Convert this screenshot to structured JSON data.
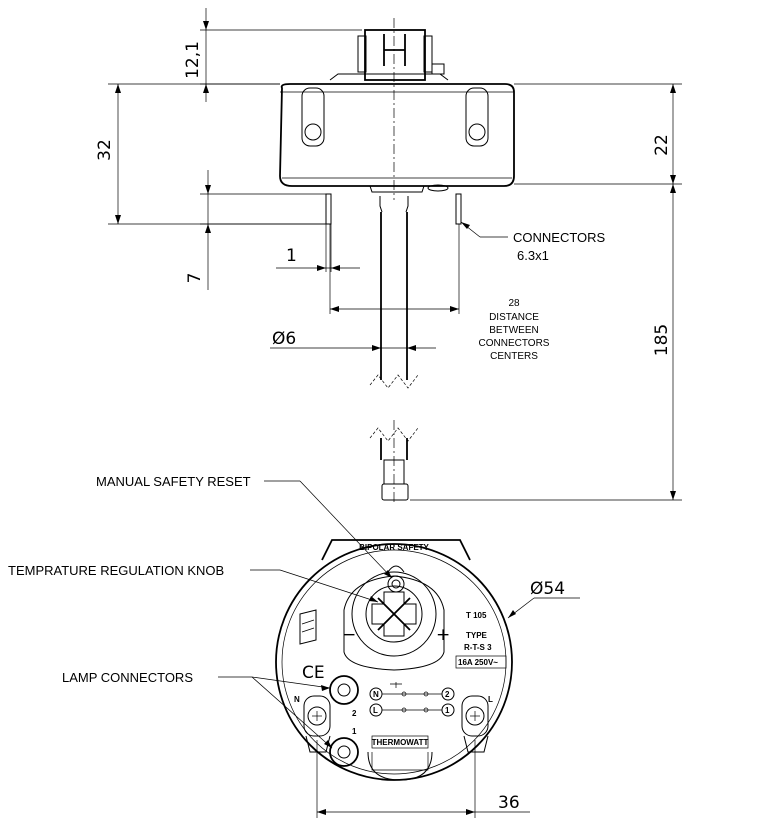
{
  "dimensions": {
    "dim_12_1": "12,1",
    "dim_32": "32",
    "dim_22": "22",
    "dim_7": "7",
    "dim_1": "1",
    "dim_185": "185",
    "dim_dia6": "Ø6",
    "dim_dia54": "Ø54",
    "dim_36": "36",
    "dim_28": "28"
  },
  "notes": {
    "connectors_title": "CONNECTORS",
    "connectors_size": "6.3x1",
    "distance_1": "DISTANCE",
    "distance_2": "BETWEEN",
    "distance_3": "CONNECTORS",
    "distance_4": "CENTERS"
  },
  "callouts": {
    "manual_reset": "MANUAL SAFETY RESET",
    "temp_knob": "TEMPRATURE REGULATION KNOB",
    "lamp_connectors": "LAMP CONNECTORS"
  },
  "face_labels": {
    "bipolar_safety": "BIPOLAR SAFETY",
    "model": "T 105",
    "type_label": "TYPE",
    "type_value": "R-T-S 3",
    "rating": "16A 250V~",
    "brand": "THERMOWATT",
    "ce_mark": "CE",
    "terminal_n": "N",
    "terminal_l": "L",
    "lamp_1": "1",
    "lamp_2": "2",
    "minus": "−",
    "plus": "+",
    "circuit_n": "N",
    "circuit_l": "L",
    "circuit_1": "1",
    "circuit_2": "2"
  }
}
